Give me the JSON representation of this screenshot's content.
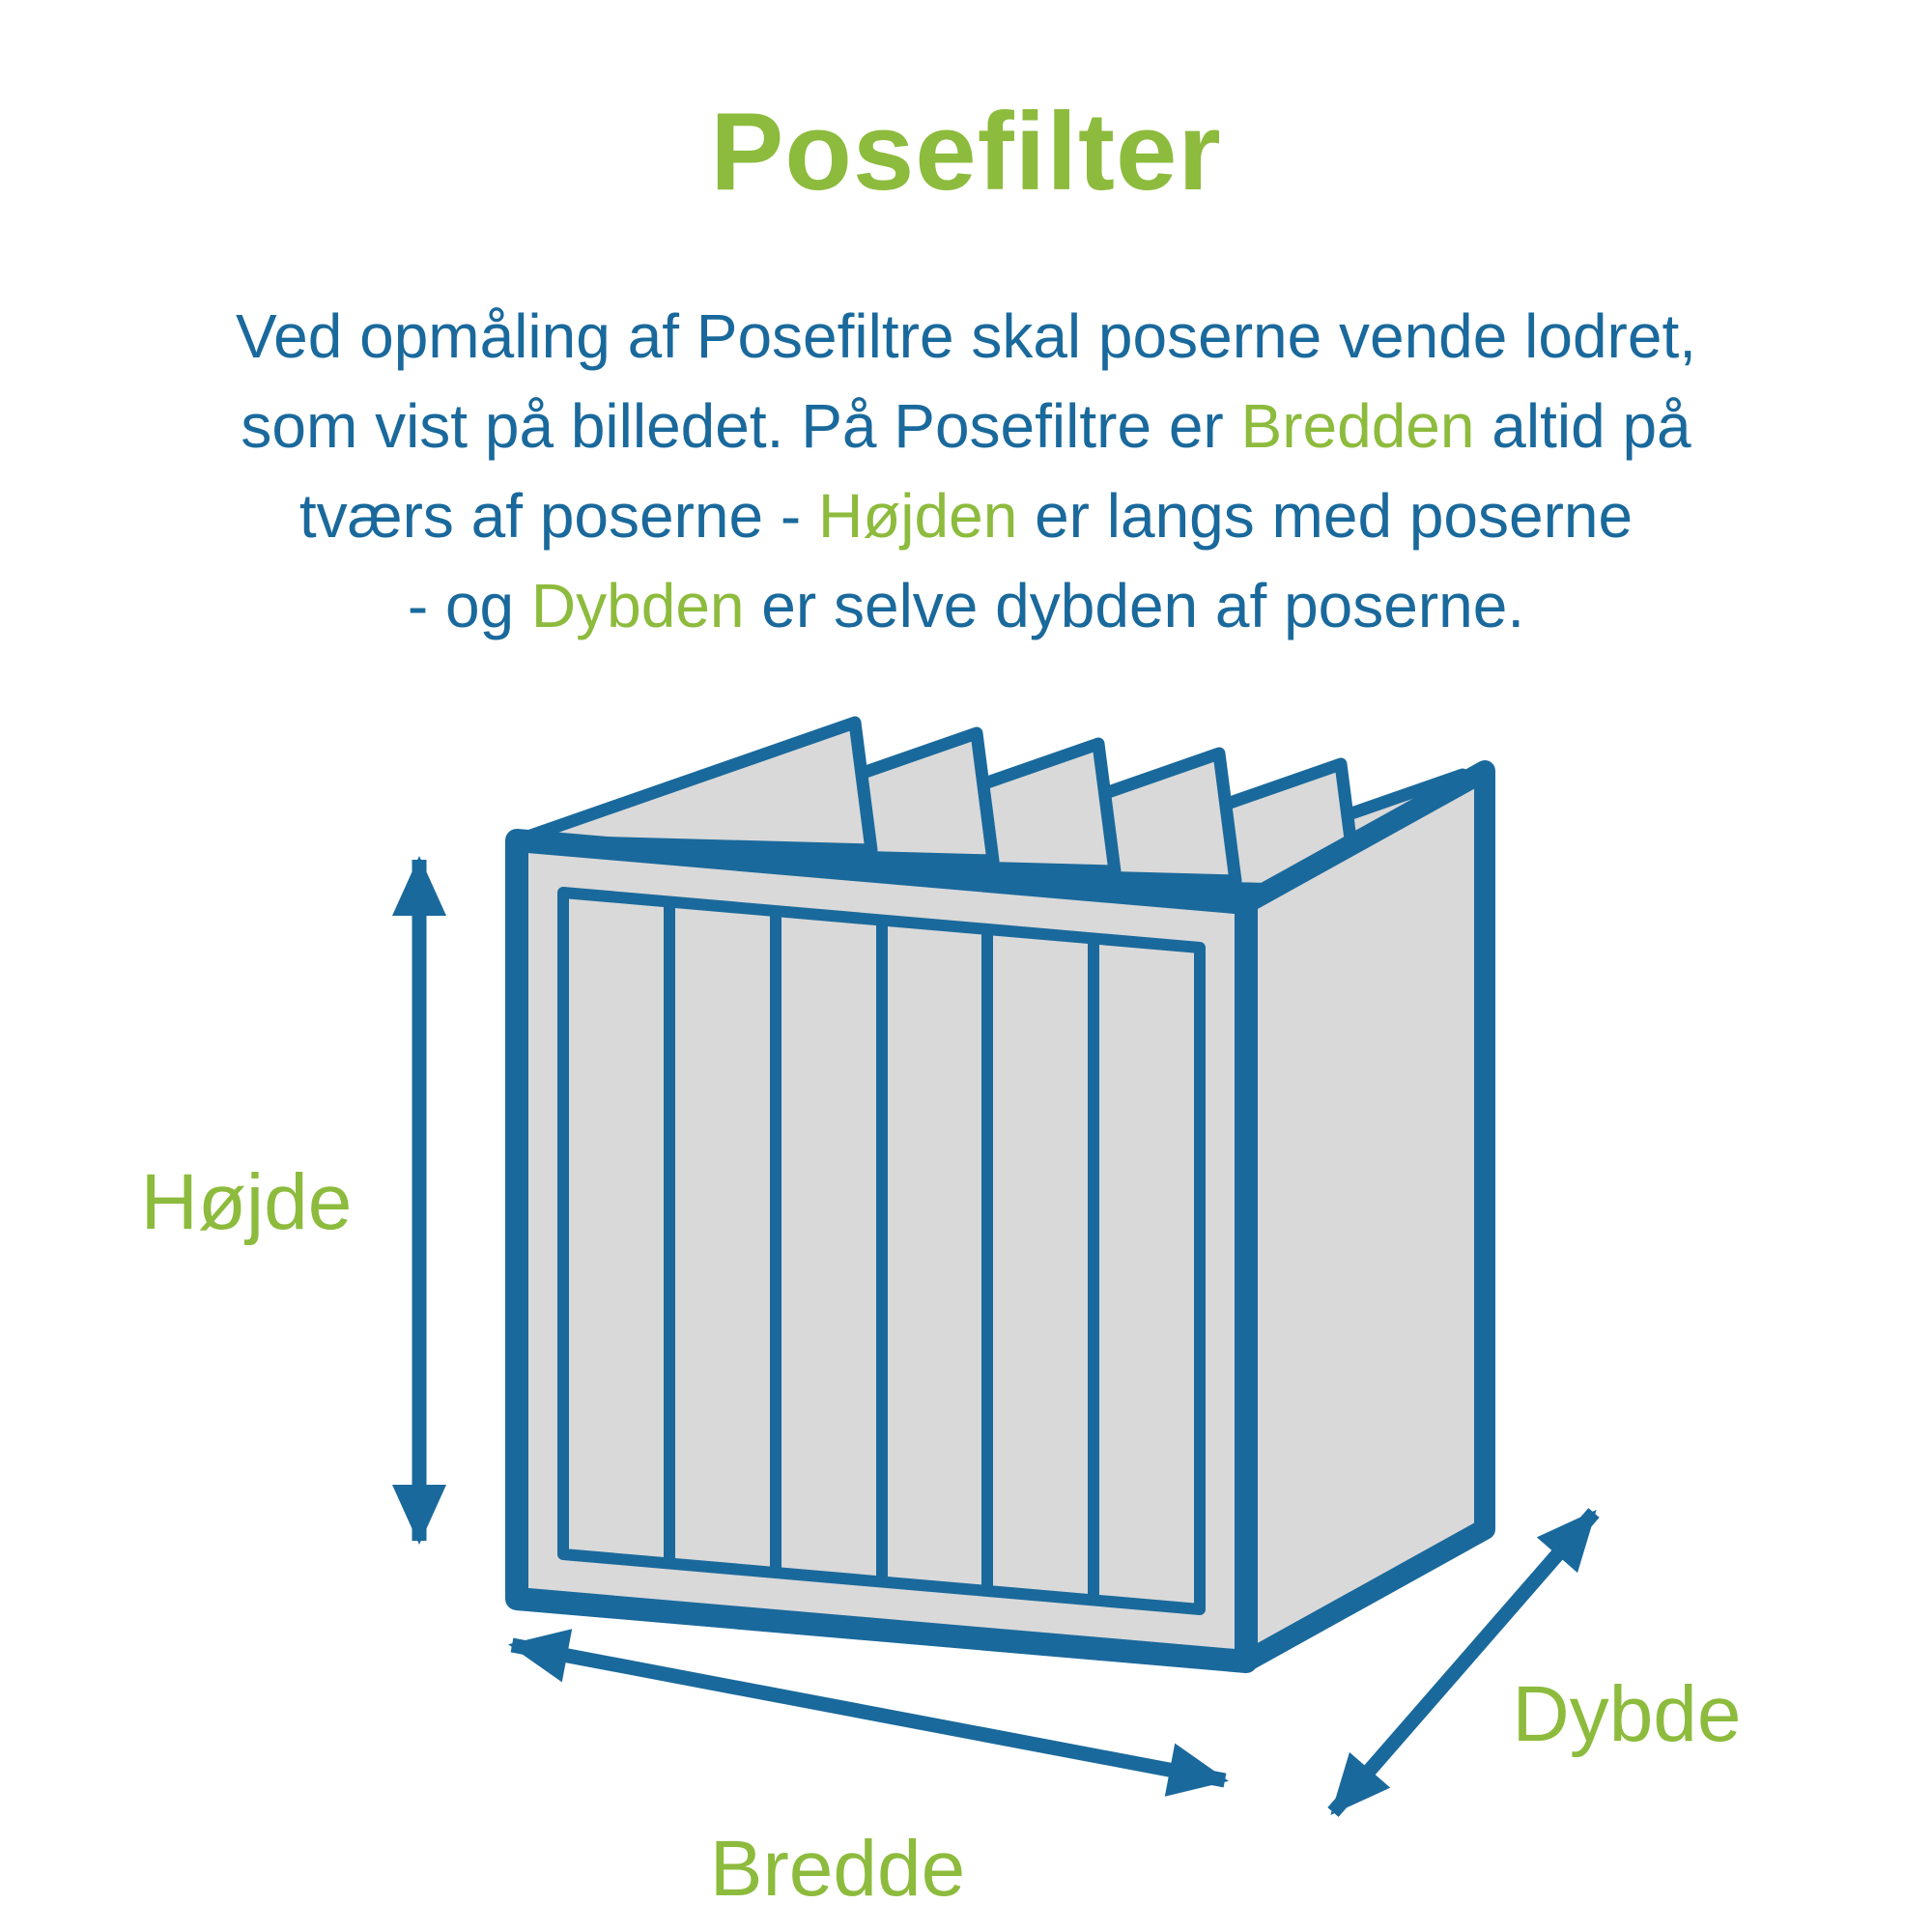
{
  "title": "Posefilter",
  "colors": {
    "accent_green": "#8DBB3D",
    "accent_blue": "#1A699C",
    "filter_gray": "#D9D9D9",
    "background": "#FFFFFF"
  },
  "intro": {
    "line1": "Ved opmåling af Posefiltre skal poserne vende lodret,",
    "line2_before": "som vist på billedet. På Posefiltre er ",
    "line2_highlight": "Bredden",
    "line2_after": " altid på",
    "line3_before": "tværs af poserne - ",
    "line3_highlight": "Højden",
    "line3_after": " er langs med poserne",
    "line4_before": "- og ",
    "line4_highlight": "Dybden",
    "line4_after": " er selve dybden af poserne."
  },
  "diagram": {
    "labels": {
      "height": "Højde",
      "width": "Bredde",
      "depth": "Dybde"
    },
    "pocket_count": 6
  }
}
